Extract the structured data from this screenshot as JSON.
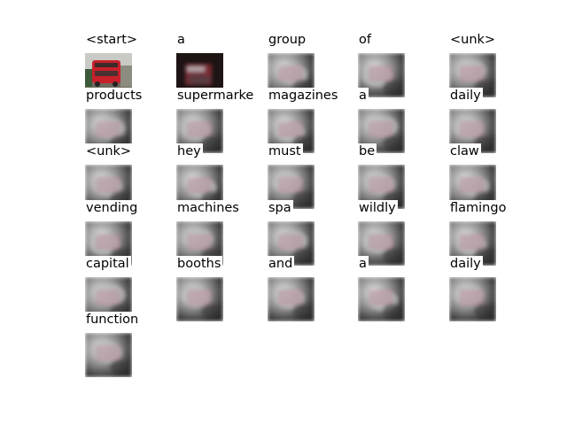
{
  "tokens": [
    {
      "word": "<start>",
      "style": "color"
    },
    {
      "word": "a",
      "style": "dark"
    },
    {
      "word": "group",
      "style": "att"
    },
    {
      "word": "of",
      "style": "att"
    },
    {
      "word": "<unk>",
      "style": "att"
    },
    {
      "word": "products",
      "style": "att"
    },
    {
      "word": "supermarke",
      "style": "att"
    },
    {
      "word": "magazines",
      "style": "att"
    },
    {
      "word": "a",
      "style": "att"
    },
    {
      "word": "daily",
      "style": "att"
    },
    {
      "word": "<unk>",
      "style": "att"
    },
    {
      "word": "hey",
      "style": "att"
    },
    {
      "word": "must",
      "style": "att"
    },
    {
      "word": "be",
      "style": "att"
    },
    {
      "word": "claw",
      "style": "att"
    },
    {
      "word": "vending",
      "style": "att"
    },
    {
      "word": "machines",
      "style": "att"
    },
    {
      "word": "spa",
      "style": "att"
    },
    {
      "word": "wildly",
      "style": "att"
    },
    {
      "word": "flamingo",
      "style": "att"
    },
    {
      "word": "capital",
      "style": "att"
    },
    {
      "word": "booths",
      "style": "att"
    },
    {
      "word": "and",
      "style": "att"
    },
    {
      "word": "a",
      "style": "att"
    },
    {
      "word": "daily",
      "style": "att"
    },
    {
      "word": "function",
      "style": "att"
    }
  ],
  "columns": 5
}
